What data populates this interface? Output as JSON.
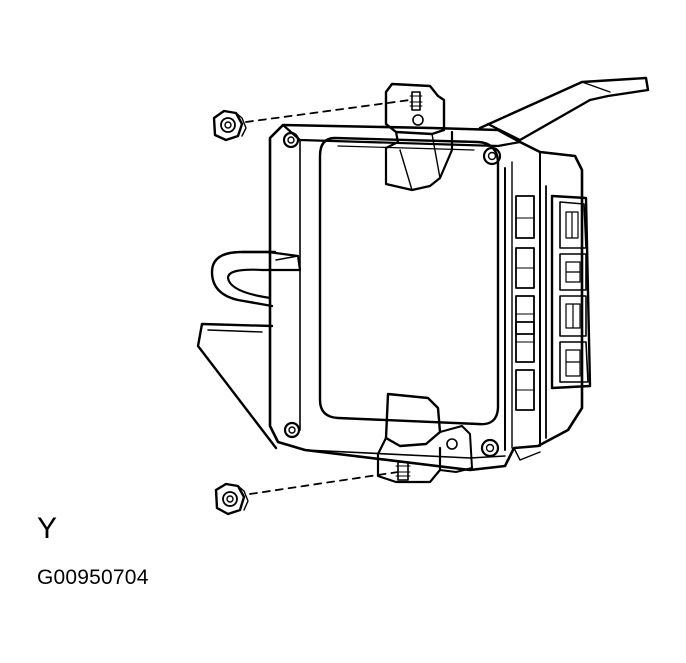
{
  "figure": {
    "view_label": "Y",
    "figure_code": "G00950704"
  },
  "parts": [
    {
      "name": "ecu-housing"
    },
    {
      "name": "upper-mounting-bracket"
    },
    {
      "name": "lower-mounting-bracket"
    },
    {
      "name": "wiring-connector-block"
    },
    {
      "name": "upper-nut"
    },
    {
      "name": "lower-nut"
    }
  ]
}
